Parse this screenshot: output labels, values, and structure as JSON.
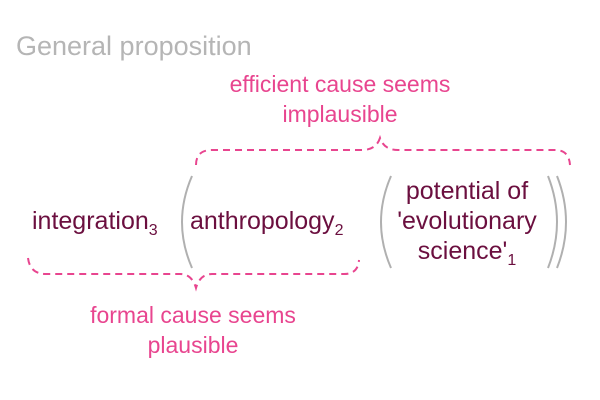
{
  "title": "General proposition",
  "top_label": {
    "line1": "efficient cause seems",
    "line2": "implausible"
  },
  "bottom_label": {
    "line1": "formal cause seems",
    "line2": "plausible"
  },
  "terms": {
    "t3": {
      "text": "integration",
      "index": "3"
    },
    "t2": {
      "text": "anthropology",
      "index": "2"
    },
    "t1": {
      "line1": "potential of",
      "line2": "'evolutionary",
      "line3": "science'",
      "index": "1"
    }
  },
  "colors": {
    "term": "#6b0f3f",
    "label": "#e8458f",
    "title": "#b5b5b5",
    "paren": "#b0b0b0"
  }
}
